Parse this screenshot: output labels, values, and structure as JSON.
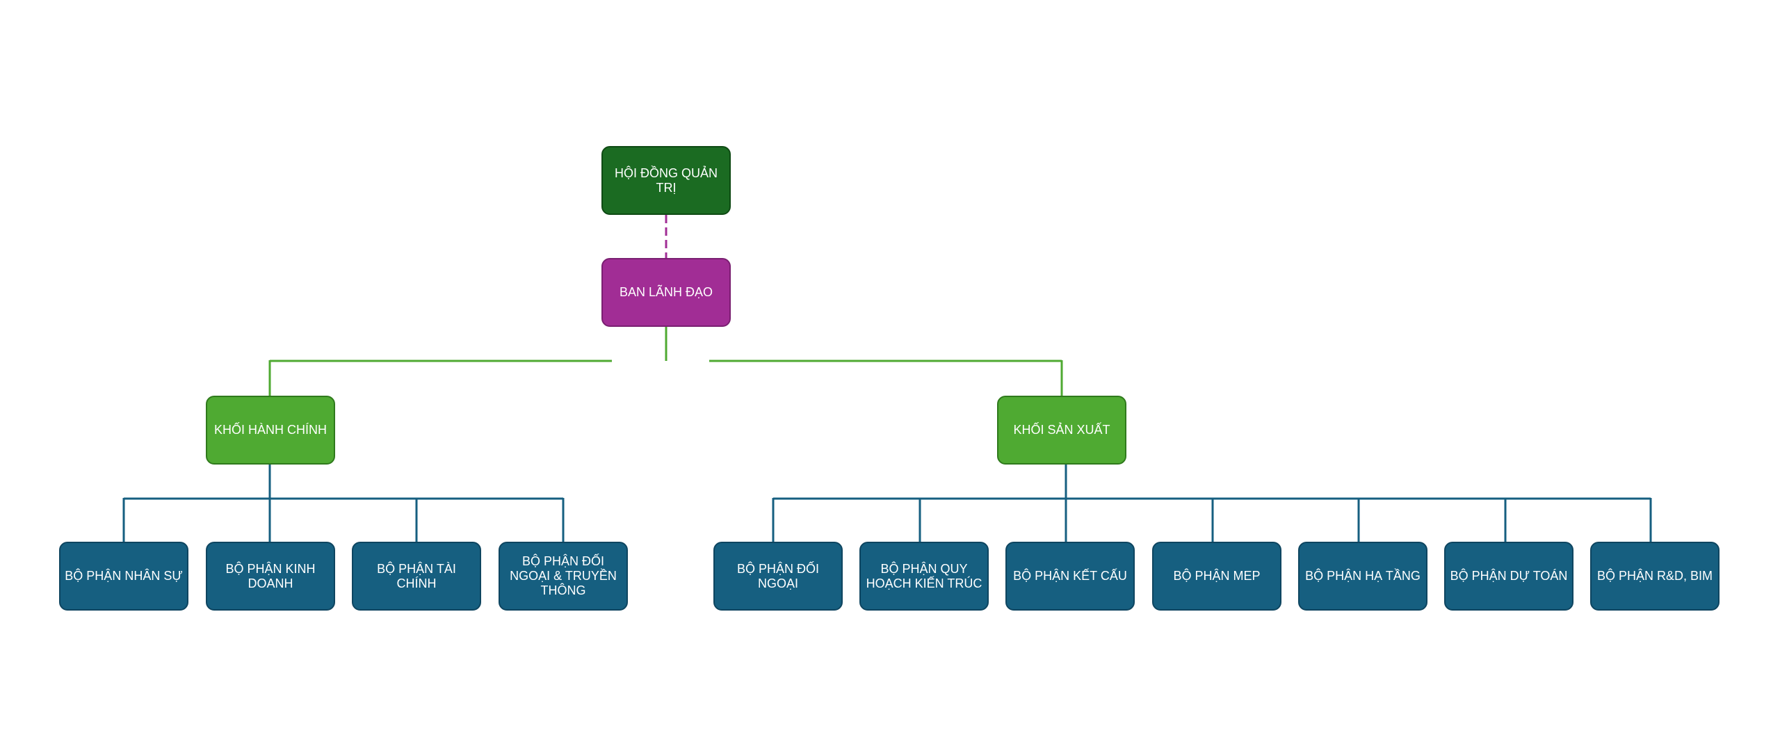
{
  "org_chart": {
    "board": {
      "label": "HỘI ĐỒNG QUẢN TRỊ",
      "color": "#1b6b22"
    },
    "leadership": {
      "label": "BAN LÃNH ĐẠO",
      "color": "#a12d95"
    },
    "blocks": [
      {
        "label": "KHỐI HÀNH CHÍNH",
        "color": "#4faa32",
        "departments": [
          "BỘ PHẬN NHÂN SỰ",
          "BỘ PHẬN KINH DOANH",
          "BỘ PHẬN TÀI CHÍNH",
          "BỘ PHẬN ĐỐI NGOẠI & TRUYỀN THÔNG"
        ]
      },
      {
        "label": "KHỐI SẢN XUẤT",
        "color": "#4faa32",
        "departments": [
          "BỘ PHẬN ĐỐI NGOẠI",
          "BỘ PHẬN QUY HOẠCH KIẾN TRÚC",
          "BỘ PHẬN KẾT CẤU",
          "BỘ PHẬN MEP",
          "BỘ PHẬN HẠ TẦNG",
          "BỘ PHẬN DỰ TOÁN",
          "BỘ PHẬN R&D, BIM"
        ]
      }
    ],
    "colors": {
      "department": "#165f80",
      "board_connector": "#a12d95",
      "block_connector": "#4faa32",
      "department_connector": "#165f80"
    }
  }
}
